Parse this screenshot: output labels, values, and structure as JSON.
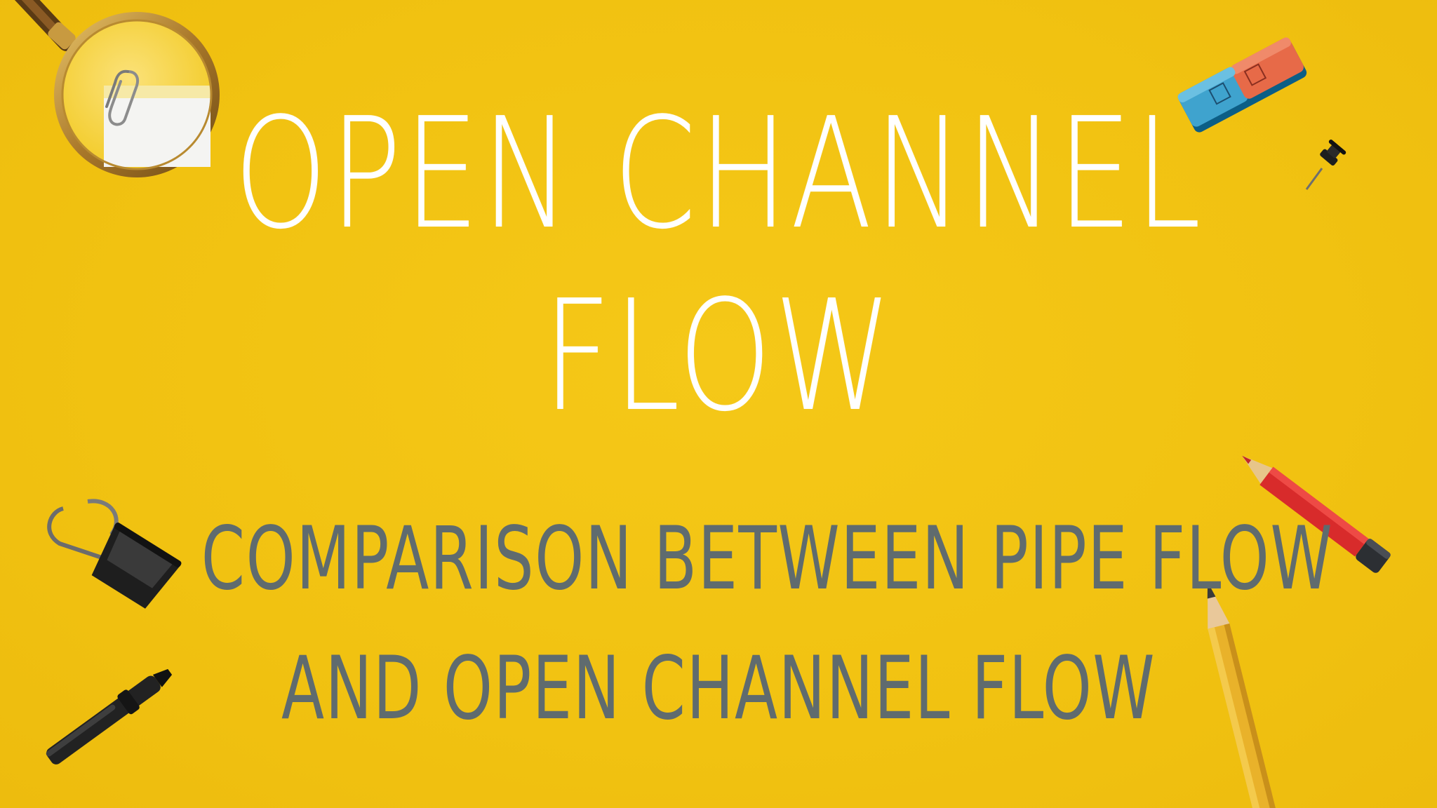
{
  "slide": {
    "background_color": "#F2C311",
    "title_color": "#FFFFFF",
    "subtitle_color": "#5F6B6E",
    "title": {
      "line1": "OPEN CHANNEL",
      "line2": "FLOW"
    },
    "subtitle": {
      "line1": "COMPARISON BETWEEN PIPE FLOW",
      "line2": "AND OPEN CHANNEL FLOW"
    }
  },
  "decorations": [
    "magnifying-glass-icon",
    "paperclip-icon",
    "eraser-icon",
    "push-pin-icon",
    "binder-clip-icon",
    "marker-pen-icon",
    "red-pencil-icon",
    "yellow-pencil-icon"
  ]
}
